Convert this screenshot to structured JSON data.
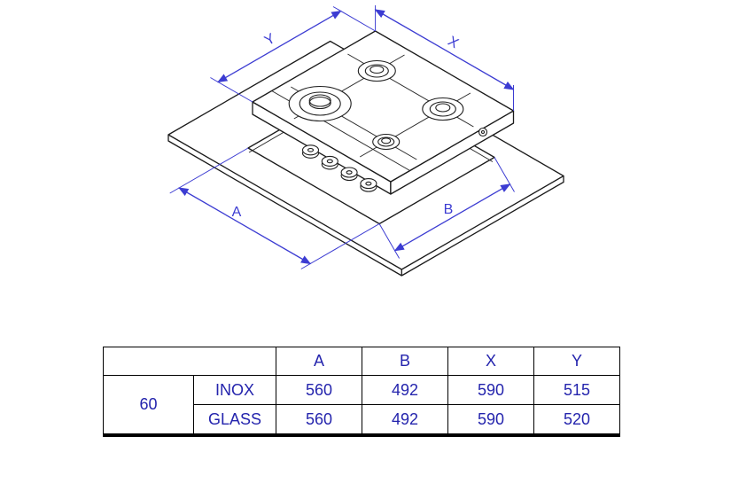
{
  "diagram": {
    "labels": {
      "x": "X",
      "y": "Y",
      "a": "A",
      "b": "B"
    }
  },
  "table": {
    "headers": [
      "A",
      "B",
      "X",
      "Y"
    ],
    "group_label": "60",
    "rows": [
      {
        "material": "INOX",
        "a": "560",
        "b": "492",
        "x": "590",
        "y": "515"
      },
      {
        "material": "GLASS",
        "a": "560",
        "b": "492",
        "x": "590",
        "y": "520"
      }
    ]
  },
  "colors": {
    "dimension_blue": "#3c3cd2",
    "table_text_blue": "#2424ad",
    "line_black": "#1a1a1a"
  }
}
